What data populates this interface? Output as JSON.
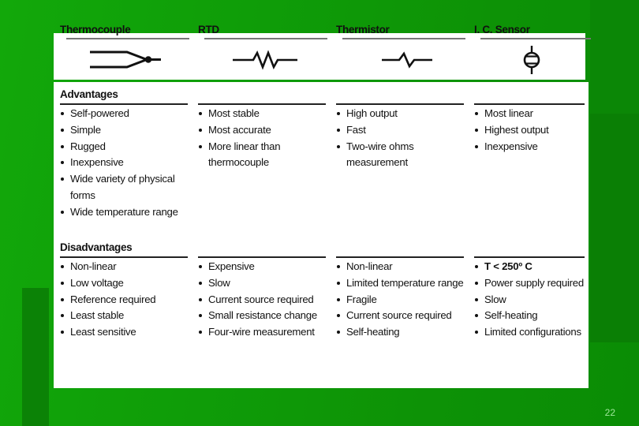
{
  "slide": {
    "page_number": "22",
    "background_color": "#0d9606",
    "panel_color": "#ffffff",
    "accent_rule_color": "#777777"
  },
  "columns": [
    {
      "header": "Thermocouple",
      "symbol": "thermocouple-junction-symbol",
      "advantages": [
        "Self-powered",
        "Simple",
        "Rugged",
        "Inexpensive",
        "Wide variety of physical forms",
        "Wide temperature range"
      ],
      "disadvantages": [
        "Non-linear",
        "Low voltage",
        "Reference required",
        "Least stable",
        "Least sensitive"
      ]
    },
    {
      "header": "RTD",
      "symbol": "resistor-symbol",
      "advantages": [
        "Most stable",
        "Most accurate",
        "More linear than thermocouple"
      ],
      "disadvantages": [
        "Expensive",
        "Slow",
        "Current source required",
        "Small resistance change",
        "Four-wire measurement"
      ]
    },
    {
      "header": "Thermistor",
      "symbol": "thermistor-symbol",
      "advantages": [
        "High output",
        "Fast",
        "Two-wire ohms measurement"
      ],
      "disadvantages": [
        "Non-linear",
        "Limited temperature range",
        "Fragile",
        "Current source required",
        "Self-heating"
      ]
    },
    {
      "header": "I. C. Sensor",
      "symbol": "ic-sensor-symbol",
      "advantages": [
        "Most linear",
        "Highest output",
        "Inexpensive"
      ],
      "disadvantages": [
        "T < 250º C",
        "Power supply required",
        "Slow",
        "Self-heating",
        "Limited configurations"
      ],
      "disadvantages_bold_first": true
    }
  ],
  "sections": {
    "advantages_label": "Advantages",
    "disadvantages_label": "Disadvantages"
  }
}
